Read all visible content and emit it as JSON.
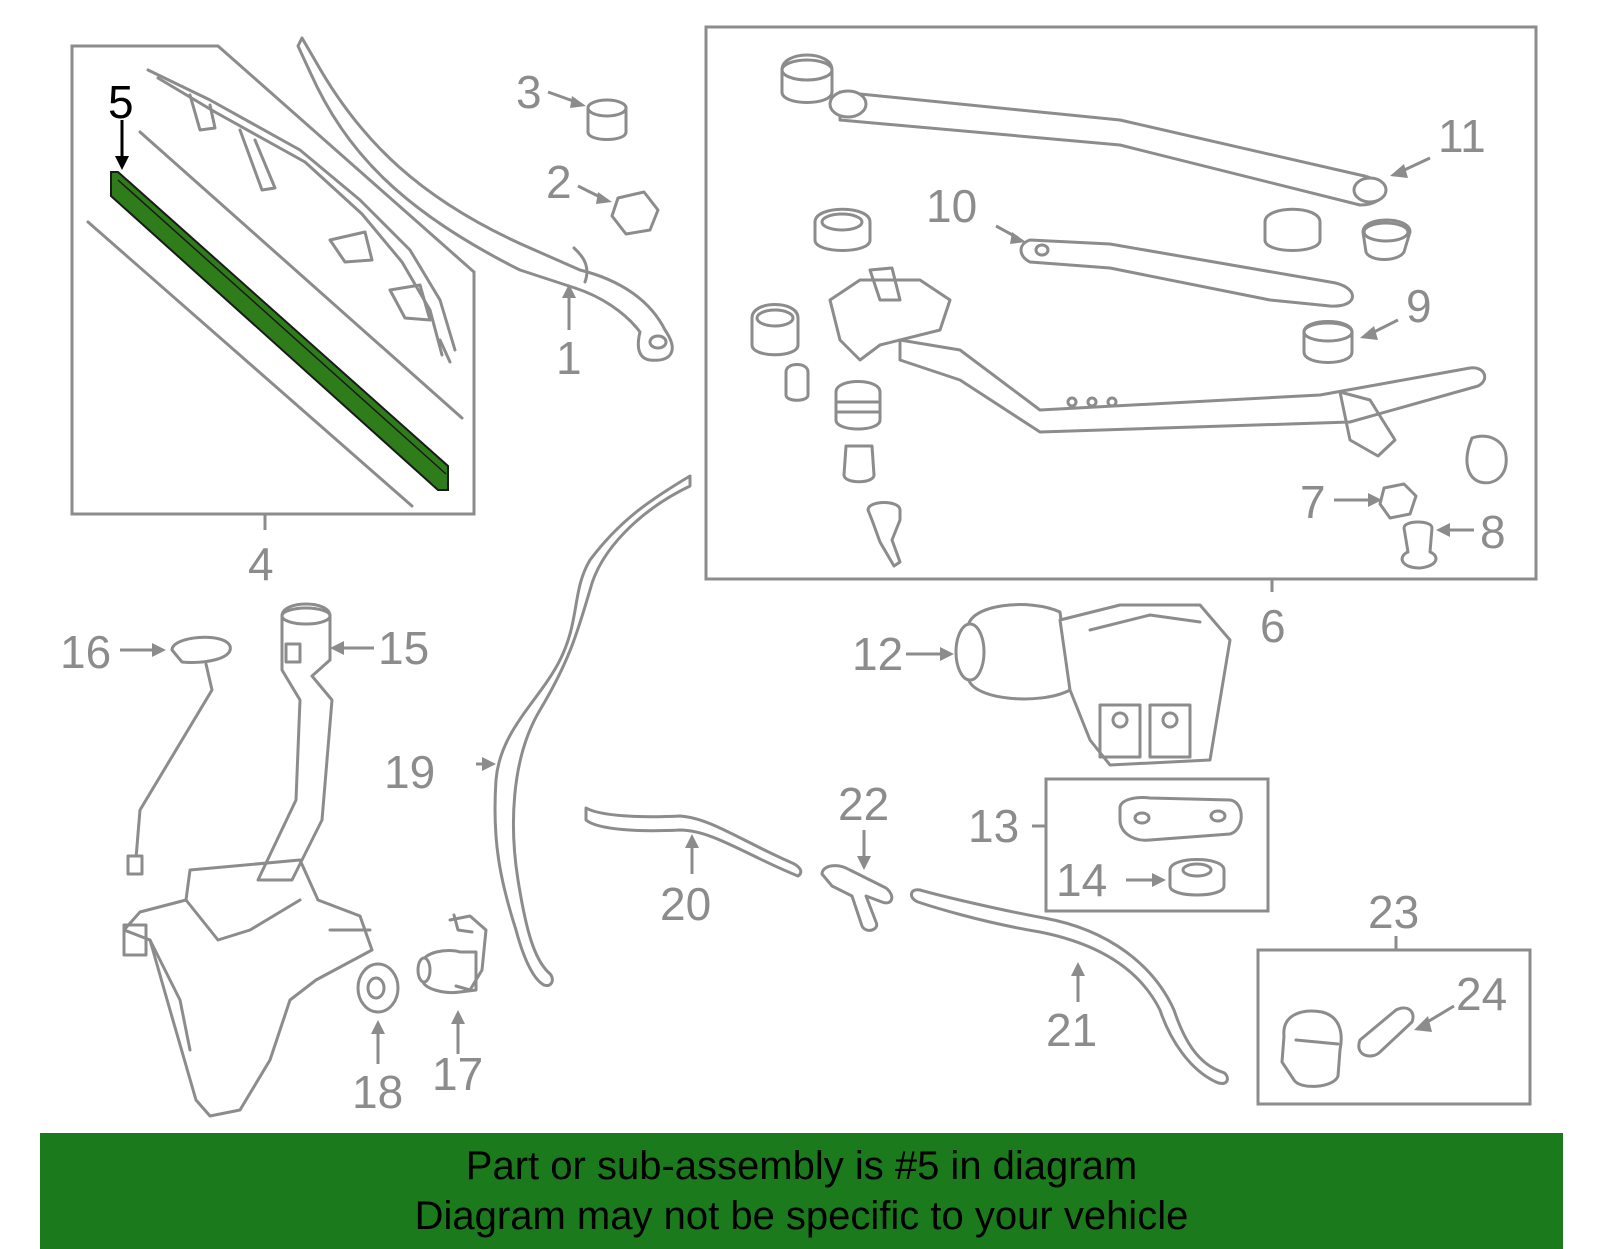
{
  "colors": {
    "line": "#8c8c8c",
    "highlight_part": "#2e7d1a",
    "banner_background": "#1b7a1b",
    "banner_text": "#000000"
  },
  "highlighted_callout": "5",
  "callouts": {
    "c1": "1",
    "c2": "2",
    "c3": "3",
    "c4": "4",
    "c5": "5",
    "c6": "6",
    "c7": "7",
    "c8": "8",
    "c9": "9",
    "c10": "10",
    "c11": "11",
    "c12": "12",
    "c13": "13",
    "c14": "14",
    "c15": "15",
    "c16": "16",
    "c17": "17",
    "c18": "18",
    "c19": "19",
    "c20": "20",
    "c21": "21",
    "c22": "22",
    "c23": "23",
    "c24": "24"
  },
  "banner": {
    "line1": "Part or sub-assembly is #5 in diagram",
    "line2": "Diagram may not be specific to your vehicle"
  }
}
